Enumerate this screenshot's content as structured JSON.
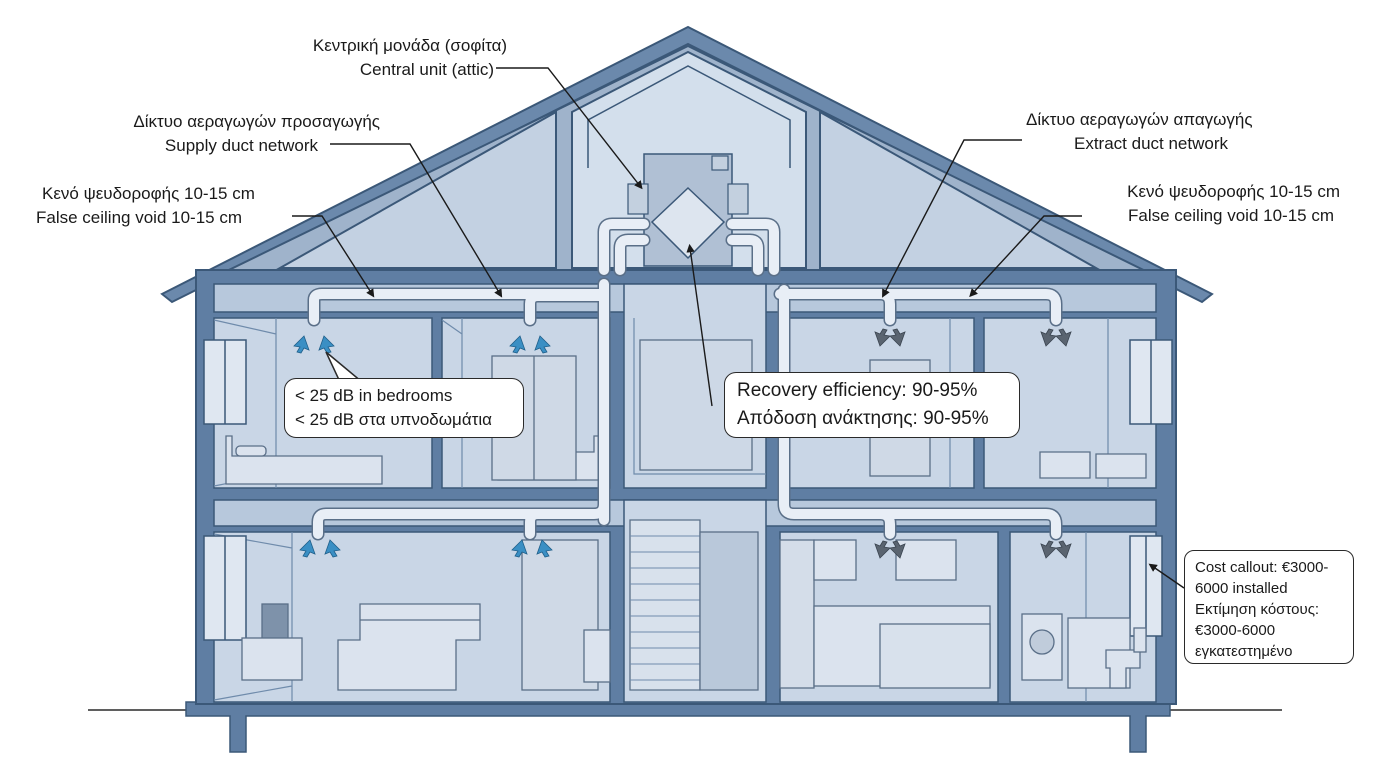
{
  "labels": {
    "central_unit": {
      "el": "Κεντρική μονάδα (σοφίτα)",
      "en": "Central unit (attic)"
    },
    "supply_network": {
      "el": "Δίκτυο αεραγωγών προσαγωγής",
      "en": "Supply duct network"
    },
    "false_ceiling_left": {
      "el": "Κενό ψευδοροφής 10-15 cm",
      "en": "False ceiling void 10-15 cm"
    },
    "extract_network": {
      "el": "Δίκτυο αεραγωγών απαγωγής",
      "en": "Extract duct network"
    },
    "false_ceiling_right": {
      "el": "Κενό ψευδοροφής 10-15 cm",
      "en": "False ceiling void 10-15 cm"
    }
  },
  "callouts": {
    "noise": {
      "line1": "< 25 dB in bedrooms",
      "line2": "< 25 dB στα υπνοδωμάτια"
    },
    "recovery": {
      "line1": "Recovery efficiency: 90-95%",
      "line2": "Απόδοση ανάκτησης: 90-95%"
    },
    "cost": {
      "line1": "Cost callout: €3000-",
      "line2": "6000 installed",
      "line3": "Εκτίμηση κόστους:",
      "line4": "€3000-6000",
      "line5": "εγκατεστημένο"
    }
  },
  "colors": {
    "wall": "#5f7ea3",
    "wall_dark": "#3b5878",
    "roof": "#6b89ac",
    "room_fill": "#c9d6e6",
    "attic_fill": "#b7c8dc",
    "duct": "#e8eef6",
    "supply_arrow": "#3a8fc4",
    "extract_arrow": "#5a6470",
    "leader": "#1a1a1a"
  }
}
